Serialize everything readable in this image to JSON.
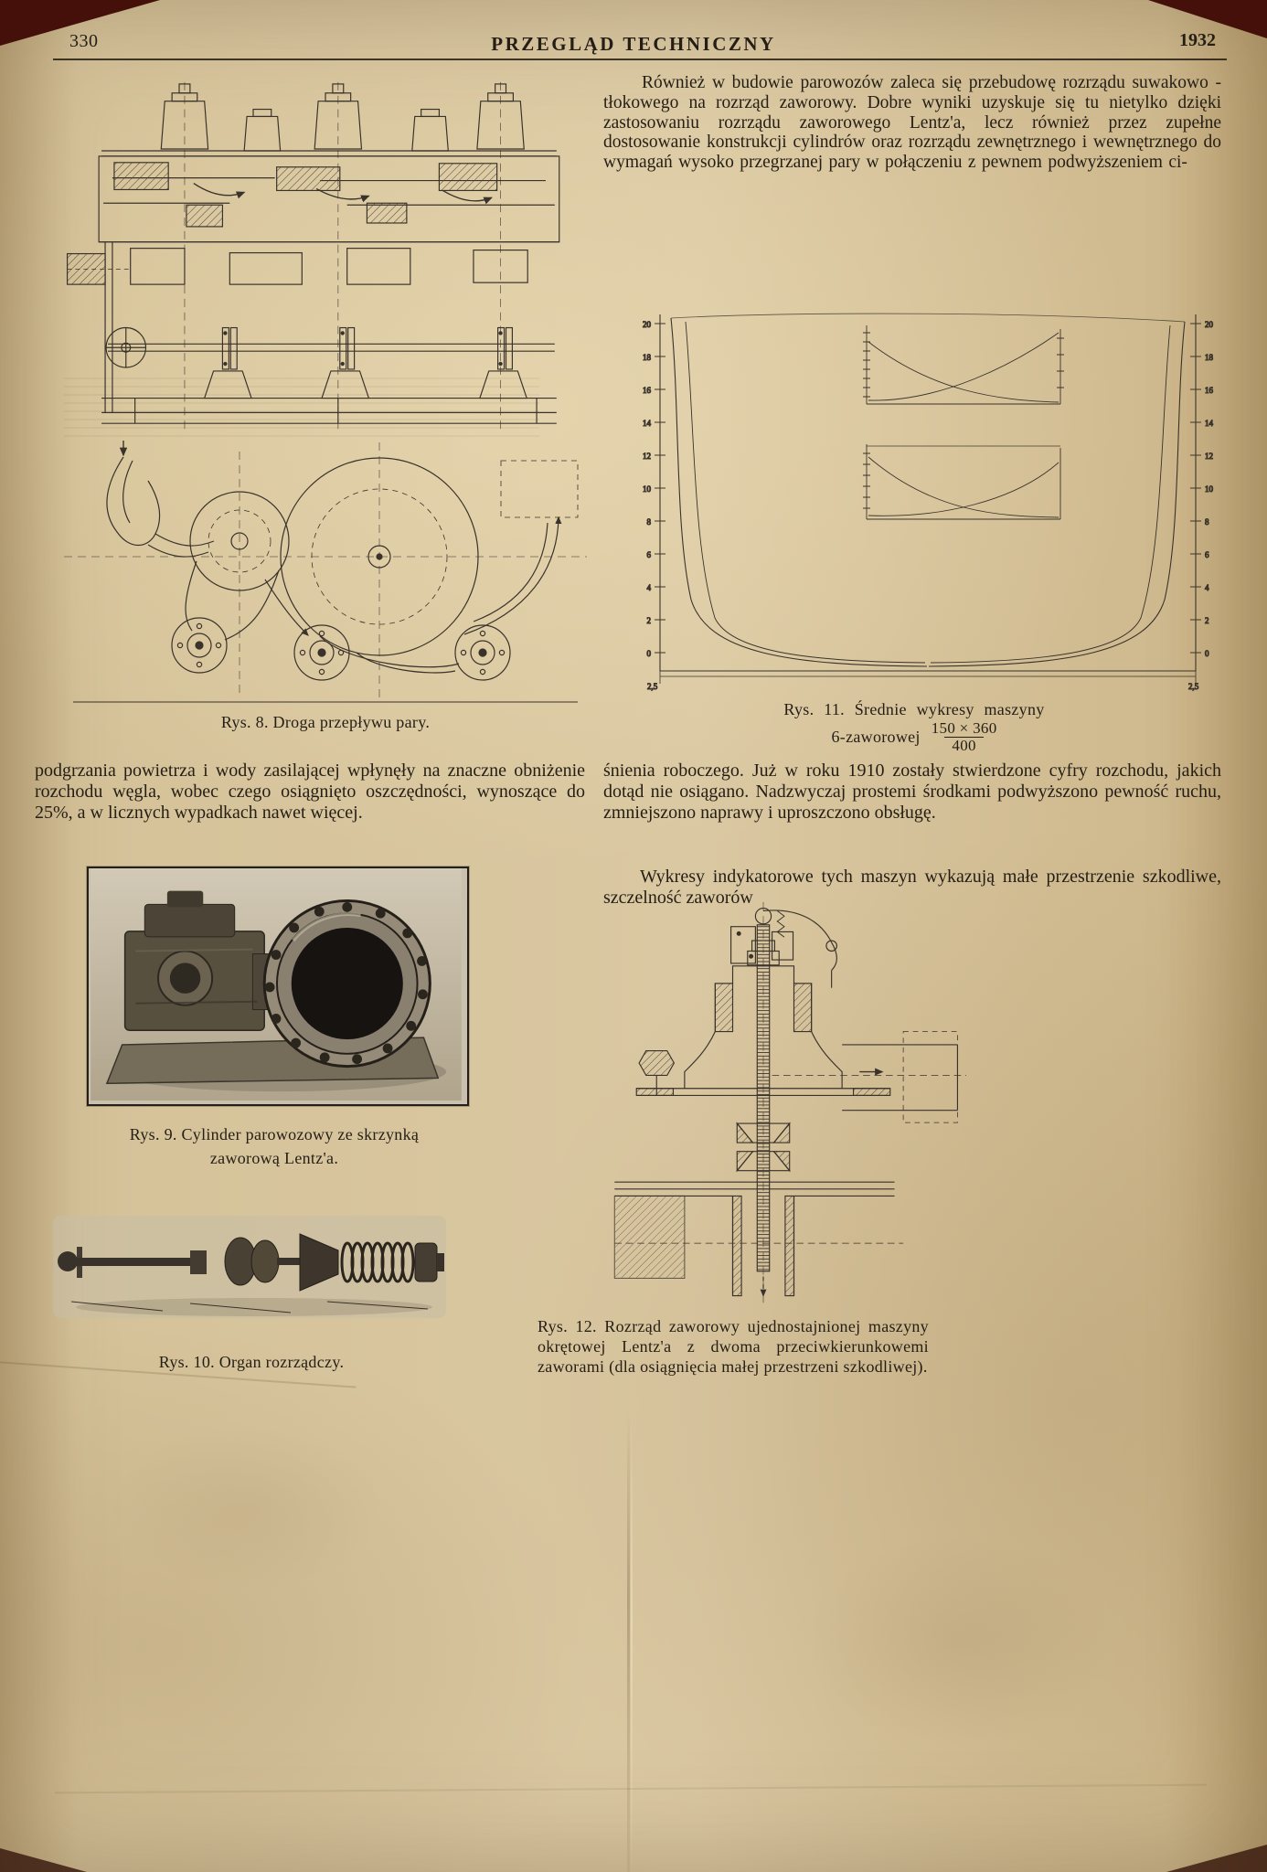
{
  "page_header": {
    "page_number": "330",
    "journal_title": "PRZEGLĄD TECHNICZNY",
    "year": "1932"
  },
  "article": {
    "right_top_paragraph": "Również w budowie parowozów zaleca się przebudowę rozrządu suwakowo - tłokowego na rozrząd zaworowy. Dobre wyniki uzyskuje się tu nietylko dzięki zastosowaniu rozrządu zaworowego Lentz'a, lecz również przez zupełne dostosowanie konstrukcji cylindrów oraz rozrządu zewnętrznego i wewnętrznego do wymagań wysoko przegrzanej pary w połączeniu z pewnem podwyższeniem ci-",
    "left_mid_paragraph": "podgrzania powietrza i wody zasilającej wpłynęły na znaczne obniżenie rozchodu węgla, wobec czego osiągnięto oszczędności, wynoszące do 25%, a w licznych wypadkach nawet więcej.",
    "right_mid_paragraph_1": "śnienia roboczego. Już w roku 1910 zostały stwierdzone cyfry rozchodu, jakich dotąd nie osiągano. Nadzwyczaj prostemi środkami podwyższono pewność ruchu, zmniejszono naprawy i uproszczono obsługę.",
    "right_mid_paragraph_2": "Wykresy indykatorowe tych maszyn wykazują małe przestrzenie szkodliwe, szczelność  zaworów"
  },
  "figures": {
    "rys8": {
      "caption": "Rys. 8.  Droga przepływu pary."
    },
    "rys9": {
      "caption_line1": "Rys. 9.  Cylinder parowozowy ze skrzynką",
      "caption_line2": "zaworową Lentz'a."
    },
    "rys10": {
      "caption": "Rys. 10.  Organ rozrządczy."
    },
    "rys11": {
      "caption_line1": "Rys. 11.  Średnie  wykresy  maszyny",
      "caption_line2_prefix": "6-zaworowej",
      "fraction_numerator": "150 × 360",
      "fraction_denominator": "400",
      "left_axis_ticks": [
        "20",
        "18",
        "16",
        "14",
        "12",
        "10",
        "8",
        "6",
        "4",
        "2",
        "0"
      ],
      "right_axis_ticks": [
        "20",
        "18",
        "16",
        "14",
        "12",
        "10",
        "8",
        "6",
        "4",
        "2",
        "0"
      ],
      "corner_label_left": "2,5",
      "corner_label_right": "2,5"
    },
    "rys12": {
      "caption": "Rys. 12.  Rozrząd zaworowy ujednostajnionej maszyny okrętowej Lentz'a z dwoma przeciw­kierunkowemi zaworami (dla osiągnięcia małej przestrzeni szkodliwej)."
    }
  },
  "colors": {
    "paper": "#d6c29b",
    "ink": "#241e15",
    "figure_line": "#3a332b",
    "scan_corner": "#451009"
  }
}
